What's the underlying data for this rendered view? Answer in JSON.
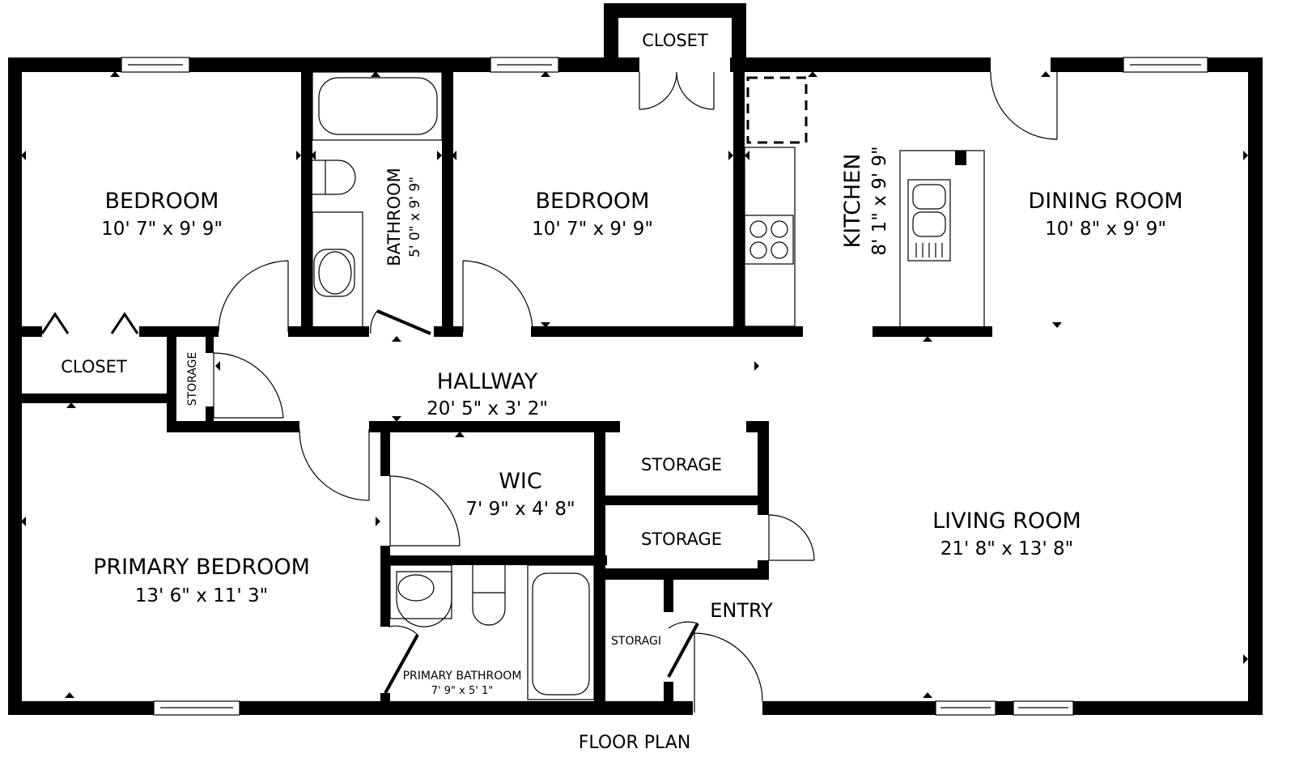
{
  "title": "FLOOR PLAN",
  "colors": {
    "wall": "#000000",
    "background": "#ffffff"
  },
  "rooms": {
    "bedroom1": {
      "name": "BEDROOM",
      "dim": "10' 7\" x 9' 9\""
    },
    "bathroom": {
      "name": "BATHROOM",
      "dim": "5' 0\" x 9' 9\""
    },
    "bedroom2": {
      "name": "BEDROOM",
      "dim": "10' 7\" x 9' 9\""
    },
    "closet_top": {
      "name": "CLOSET"
    },
    "kitchen": {
      "name": "KITCHEN",
      "dim": "8' 1\" x 9' 9\""
    },
    "dining": {
      "name": "DINING ROOM",
      "dim": "10' 8\" x 9' 9\""
    },
    "closet_left": {
      "name": "CLOSET"
    },
    "storage_hall": {
      "name": "STORAGE"
    },
    "hallway": {
      "name": "HALLWAY",
      "dim": "20' 5\" x 3' 2\""
    },
    "wic": {
      "name": "WIC",
      "dim": "7' 9\" x 4' 8\""
    },
    "storage1": {
      "name": "STORAGE"
    },
    "storage2": {
      "name": "STORAGE"
    },
    "storage3": {
      "name": "STORAGI"
    },
    "entry": {
      "name": "ENTRY"
    },
    "living": {
      "name": "LIVING ROOM",
      "dim": "21' 8\" x 13' 8\""
    },
    "primary_bedroom": {
      "name": "PRIMARY BEDROOM",
      "dim": "13' 6\" x 11' 3\""
    },
    "primary_bath": {
      "name": "PRIMARY BATHROOM",
      "dim": "7' 9\" x 5' 1\""
    }
  }
}
